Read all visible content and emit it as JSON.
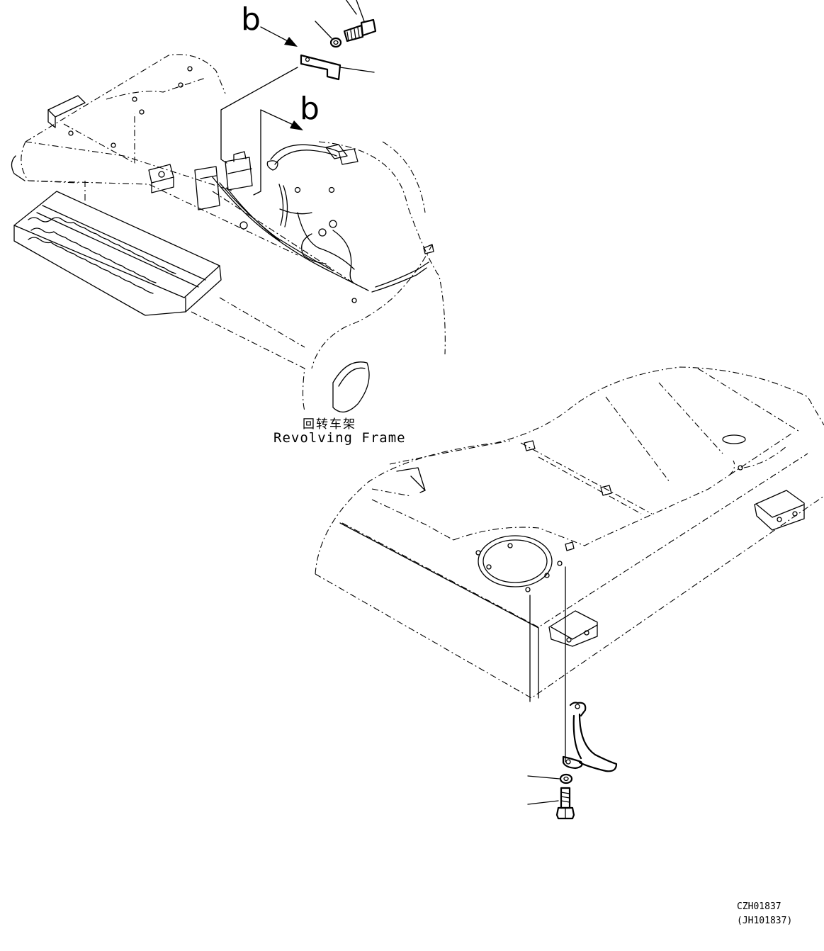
{
  "callouts": {
    "b_top": "b",
    "b_mid": "b"
  },
  "caption": {
    "chinese": "回转车架",
    "english": "Revolving Frame"
  },
  "drawing_codes": {
    "primary": "CZH01837",
    "secondary": "(JH101837)"
  }
}
